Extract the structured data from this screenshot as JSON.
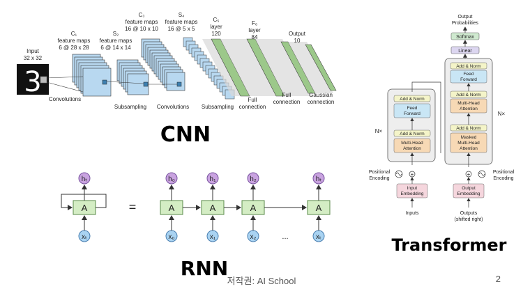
{
  "cnn": {
    "title": "CNN",
    "input_label": "Input",
    "input_dim": "32 x 32",
    "input_digit": "3",
    "layers": [
      {
        "name": "C₁",
        "line1": "feature maps",
        "line2": "6 @ 28 x 28"
      },
      {
        "name": "S₂",
        "line1": "feature maps",
        "line2": "6 @ 14 x 14"
      },
      {
        "name": "C₃",
        "line1": "feature maps",
        "line2": "16 @ 10 x 10"
      },
      {
        "name": "S₄",
        "line1": "feature maps",
        "line2": "16 @ 5 x 5"
      },
      {
        "name": "C₅",
        "line1": "layer",
        "line2": "120"
      },
      {
        "name": "F₆",
        "line1": "layer",
        "line2": "84"
      },
      {
        "name": "Output",
        "line1": "10",
        "line2": ""
      }
    ],
    "ops": [
      "Convolutions",
      "Subsampling",
      "Convolutions",
      "Subsampling",
      "Full connection",
      "Full connection",
      "Gaussian connection"
    ]
  },
  "rnn": {
    "title": "RNN",
    "cell_label": "A",
    "equals": "=",
    "ellipsis": "...",
    "folded": {
      "h": "hₜ",
      "x": "xₜ"
    },
    "unrolled": [
      {
        "h": "h₀",
        "x": "x₀"
      },
      {
        "h": "h₁",
        "x": "x₁"
      },
      {
        "h": "h₂",
        "x": "x₂"
      },
      {
        "h": "hₜ",
        "x": "xₜ"
      }
    ]
  },
  "transformer": {
    "title": "Transformer",
    "output_probs": "Output Probabilities",
    "softmax": "Softmax",
    "linear": "Linear",
    "add_norm": "Add & Norm",
    "feed_forward": "Feed Forward",
    "mha": "Multi-Head Attention",
    "masked_mha": "Masked Multi-Head Attention",
    "nx": "N×",
    "pos_enc": "Positional Encoding",
    "input_emb": "Input Embedding",
    "output_emb": "Output Embedding",
    "inputs": "Inputs",
    "outputs": "Outputs (shifted right)"
  },
  "footer": {
    "copyright": "저작권: AI School",
    "page": "2"
  },
  "colors": {
    "feature_map": "#b8d8f0",
    "fc_layer": "#9cc88a",
    "rnn_cell": "#d4edc4",
    "rnn_h": "#c9a3e0",
    "rnn_x": "#a9d3f2",
    "tf_yellow": "#f4f4c8",
    "tf_blue": "#c9e6f5",
    "tf_orange": "#f7d9b5",
    "tf_pink": "#f5d6dd",
    "tf_purple": "#dcd6f0",
    "tf_green": "#cfe9cf"
  }
}
